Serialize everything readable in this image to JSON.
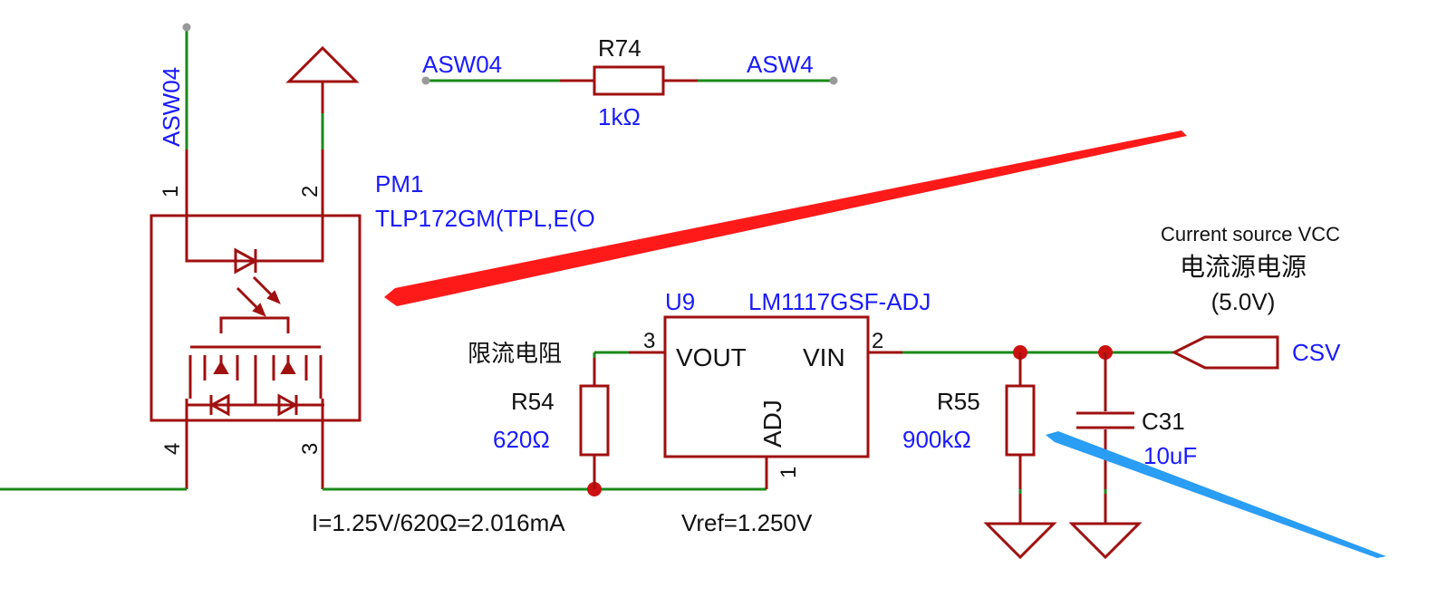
{
  "net_labels": {
    "asw04_vertical": "ASW04",
    "asw04_top": "ASW04",
    "asw4": "ASW4",
    "csv": "CSV"
  },
  "r74": {
    "ref": "R74",
    "value": "1kΩ"
  },
  "pm1": {
    "ref": "PM1",
    "part": "TLP172GM(TPL,E(O",
    "pins": [
      "1",
      "2",
      "4",
      "3"
    ]
  },
  "u9": {
    "ref": "U9",
    "part": "LM1117GSF-ADJ",
    "vout": "VOUT",
    "vin": "VIN",
    "adj": "ADJ",
    "pin_vout": "3",
    "pin_vin": "2",
    "pin_adj": "1"
  },
  "r54": {
    "ref": "R54",
    "value": "620Ω"
  },
  "r55": {
    "ref": "R55",
    "value": "900kΩ"
  },
  "c31": {
    "ref": "C31",
    "value": "10uF"
  },
  "notes": {
    "current_limit_resistor": "限流电阻",
    "current_formula": "I=1.25V/620Ω=2.016mA",
    "vref": "Vref=1.250V",
    "vcc_en": "Current source VCC",
    "vcc_cn": "电流源电源",
    "vcc_voltage": "(5.0V)"
  },
  "colors": {
    "wire": "#1a8a1a",
    "part": "#a01010",
    "label": "#1a1aff",
    "arrow_red": "#ff1a1a",
    "arrow_blue": "#2a9df4"
  }
}
